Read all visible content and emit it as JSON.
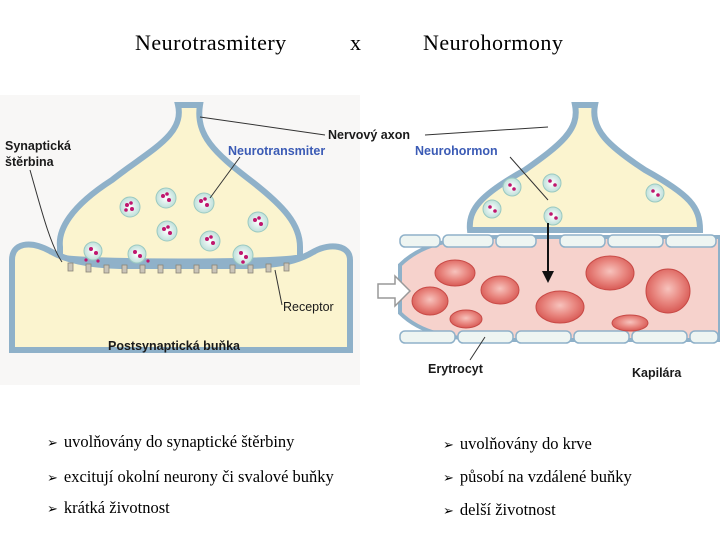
{
  "title": {
    "left": "Neurotrasmitery",
    "middle": "x",
    "right": "Neurohormony"
  },
  "diagram": {
    "labels": {
      "synapticka": "Synaptická",
      "sterbina": "štěrbina",
      "nervovy_axon": "Nervový axon",
      "neurotransmiter": "Neurotransmiter",
      "neurohormon": "Neurohormon",
      "receptor": "Receptor",
      "postsynapticka": "Postsynaptická buňka",
      "erytrocyt": "Erytrocyt",
      "kapilara": "Kapilára"
    },
    "colors": {
      "membrane": "#8fb1c9",
      "cell_fill": "#fbf4cf",
      "vessel_fill": "#f6d2cc",
      "erythrocyte": "#e2736f",
      "vesicle": "#e3f1ee",
      "dots": "#c0156e",
      "label_blue": "#3b5bb5"
    }
  },
  "bullets": {
    "left": [
      "uvolňovány  do synaptické štěrbiny",
      "excitují okolní neurony či svalové buňky",
      "krátká životnost"
    ],
    "right": [
      "uvolňovány do krve",
      "působí na vzdálené buňky",
      "delší životnost"
    ],
    "marker_icon": "arrowhead-bullet-icon"
  }
}
